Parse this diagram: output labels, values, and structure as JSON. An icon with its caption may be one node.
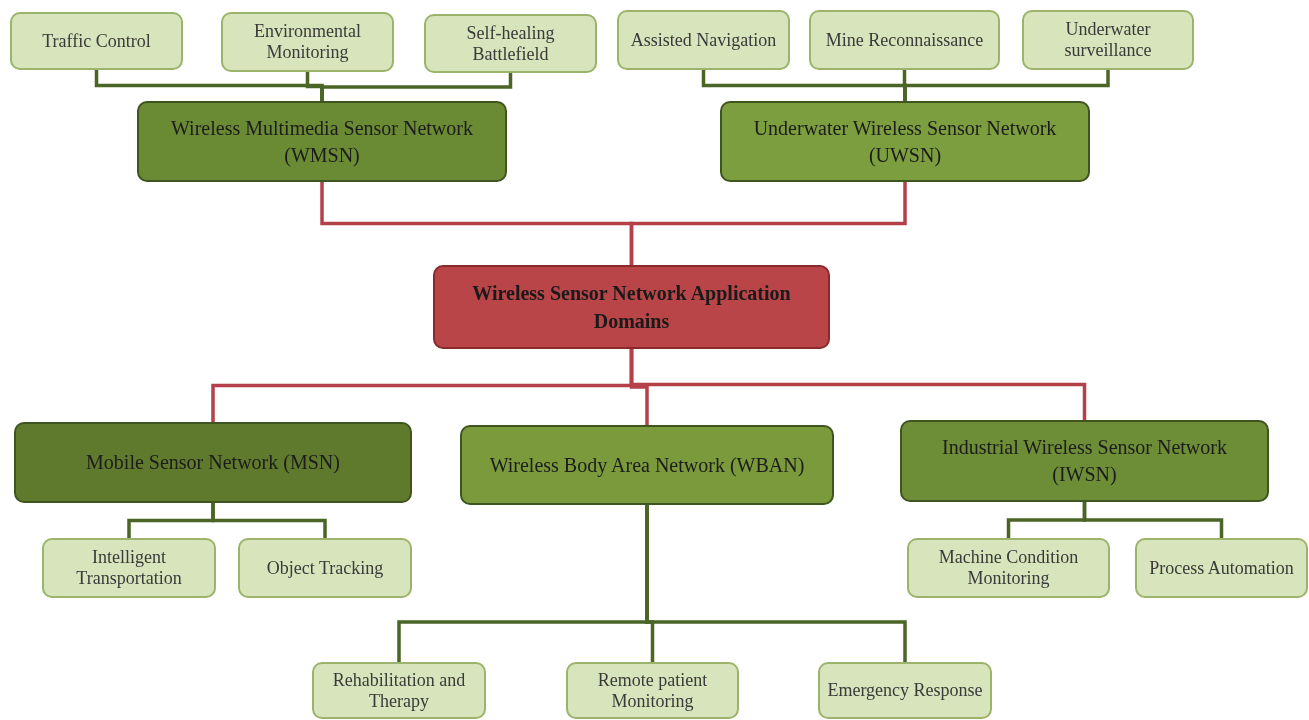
{
  "diagram": {
    "nodes": [
      {
        "text": [
          "Traffic Control"
        ]
      },
      {
        "text": [
          "Environmental Monitoring"
        ]
      },
      {
        "text": [
          "Self-healing Battlefield"
        ]
      },
      {
        "text": [
          "Assisted Navigation"
        ]
      },
      {
        "text": [
          "Mine Reconnaissance"
        ]
      },
      {
        "text": [
          "Underwater surveillance"
        ]
      },
      {
        "text": [
          "Wireless Multimedia Sensor Network (WMSN)"
        ]
      },
      {
        "text": [
          "Underwater Wireless Sensor Network (UWSN)"
        ]
      },
      {
        "text": [
          "Wireless Sensor Network Application Domains"
        ]
      },
      {
        "text": [
          "Mobile Sensor Network (MSN)"
        ]
      },
      {
        "text": [
          "Wireless Body Area Network (WBAN)"
        ]
      },
      {
        "text": [
          "Industrial Wireless Sensor Network (IWSN)"
        ]
      },
      {
        "text": [
          "Intelligent Transportation"
        ]
      },
      {
        "text": [
          "Object Tracking"
        ]
      },
      {
        "text": [
          "Machine Condition Monitoring"
        ]
      },
      {
        "text": [
          "Process Automation"
        ]
      },
      {
        "text": [
          "Rehabilitation and Therapy"
        ]
      },
      {
        "text": [
          "Remote patient Monitoring"
        ]
      },
      {
        "text": [
          "Emergency Response"
        ]
      }
    ],
    "edges": [
      {
        "from": 8,
        "to": 6,
        "arrow": "none",
        "color": "#b5404a"
      },
      {
        "from": 8,
        "to": 7,
        "arrow": "none",
        "color": "#b5404a"
      },
      {
        "from": 8,
        "to": 9,
        "arrow": "none",
        "color": "#b5404a"
      },
      {
        "from": 8,
        "to": 10,
        "arrow": "none",
        "color": "#b5404a"
      },
      {
        "from": 8,
        "to": 11,
        "arrow": "none",
        "color": "#b5404a"
      },
      {
        "from": 6,
        "to": 0,
        "arrow": "none"
      },
      {
        "from": 6,
        "to": 1,
        "arrow": "none"
      },
      {
        "from": 6,
        "to": 2,
        "arrow": "none"
      },
      {
        "from": 7,
        "to": 3,
        "arrow": "none"
      },
      {
        "from": 7,
        "to": 4,
        "arrow": "none"
      },
      {
        "from": 7,
        "to": 5,
        "arrow": "none"
      },
      {
        "from": 9,
        "to": 12,
        "arrow": "none"
      },
      {
        "from": 9,
        "to": 13,
        "arrow": "none"
      },
      {
        "from": 10,
        "to": 16,
        "arrow": "none"
      },
      {
        "from": 10,
        "to": 17,
        "arrow": "none"
      },
      {
        "from": 10,
        "to": 18,
        "arrow": "none"
      },
      {
        "from": 11,
        "to": 14,
        "arrow": "none"
      },
      {
        "from": 11,
        "to": 15,
        "arrow": "none"
      }
    ]
  }
}
